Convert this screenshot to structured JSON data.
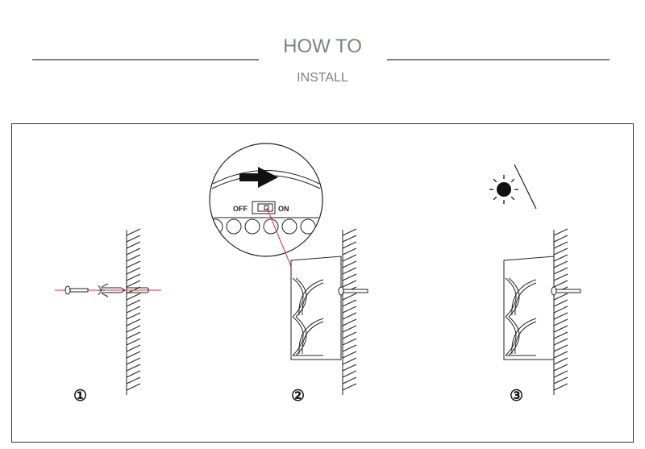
{
  "header": {
    "title": "HOW TO",
    "subtitle": "INSTALL"
  },
  "switch": {
    "off_label": "OFF",
    "on_label": "ON"
  },
  "steps": [
    "①",
    "②",
    "③"
  ],
  "colors": {
    "title": "#7b8578",
    "guide_line": "#e03030",
    "stroke": "#222222"
  }
}
